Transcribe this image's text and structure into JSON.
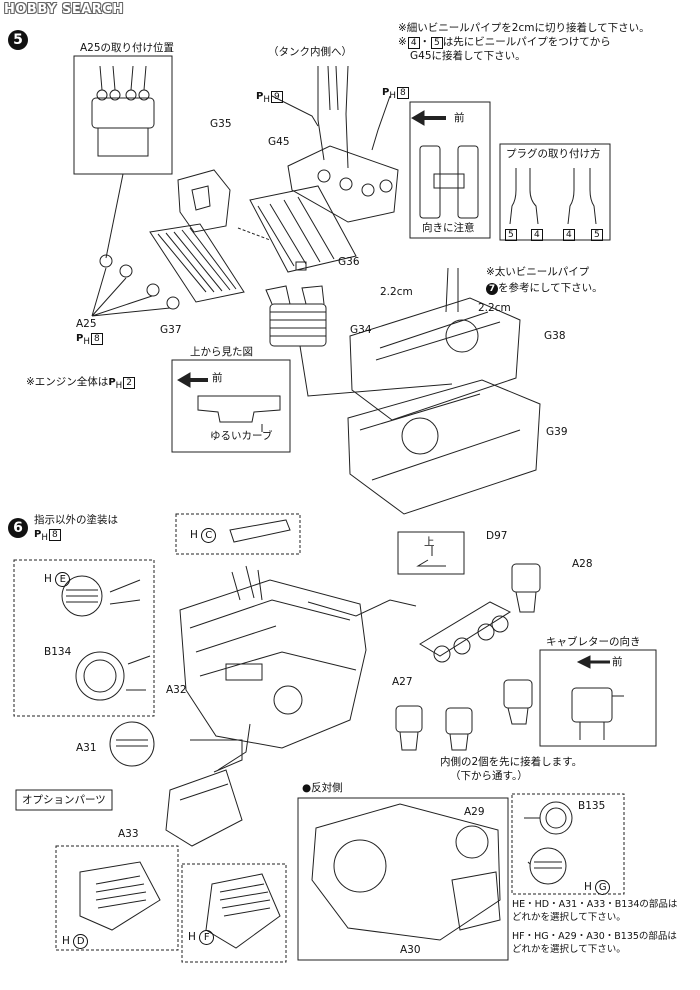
{
  "watermark": "HOBBY SEARCH",
  "step5": {
    "number": "5",
    "a25_position_title": "A25の取り付け位置",
    "note_pipe_1": "※細いビニールパイプを2cmに切り接着して下さい。",
    "note_pipe_2_pre": "※",
    "note_pipe_2_ref_a": "4",
    "note_pipe_2_dot": "・",
    "note_pipe_2_ref_b": "5",
    "note_pipe_2_post": "は先にビニールパイプをつけてから",
    "note_pipe_3": "G45に接着して下さい。",
    "tank_label": "（タンク内側へ）",
    "ph9_p": "P",
    "ph9_h": "H",
    "ph9_num": "9",
    "ph8_p": "P",
    "ph8_h": "H",
    "ph8_num": "8",
    "front_label": "前",
    "direction_note": "向きに注意",
    "plug_title": "プラグの取り付け方",
    "plug_refs": [
      "5",
      "4",
      "4",
      "5"
    ],
    "labels": {
      "g35": "G35",
      "g45": "G45",
      "g36": "G36",
      "g34": "G34",
      "g37": "G37",
      "a25": "A25",
      "a25_ph_p": "P",
      "a25_ph_h": "H",
      "a25_ph_num": "8",
      "g38": "G38",
      "g39": "G39"
    },
    "thick_pipe_note": "※太いビニールパイプ",
    "ref7_num": "7",
    "ref7_text": "を参考にして下さい。",
    "len_a": "2.2cm",
    "len_b": "2.2cm",
    "top_view_title": "上から見た図",
    "top_view_front": "前",
    "gentle_curve": "ゆるいカーブ",
    "engine_note_pre": "※エンジン全体は",
    "engine_note_p": "P",
    "engine_note_h": "H",
    "engine_note_num": "2"
  },
  "step6": {
    "number": "6",
    "paint_note": "指示以外の塗装は",
    "paint_ph_p": "P",
    "paint_ph_h": "H",
    "paint_ph_num": "8",
    "hc_h": "H",
    "hc_c": "C",
    "he_h": "H",
    "he_e": "E",
    "b134": "B134",
    "a32": "A32",
    "a31": "A31",
    "up_label": "上",
    "d97": "D97",
    "a28": "A28",
    "a27": "A27",
    "carb_title": "キャブレターの向き",
    "carb_front": "前",
    "inner_two_1": "内側の2個を先に接着します。",
    "inner_two_2": "（下から通す。）",
    "option_parts": "オプションパーツ",
    "a33": "A33",
    "hd_h": "H",
    "hd_d": "D",
    "opposite_side": "●反対側",
    "a29": "A29",
    "a30": "A30",
    "b135": "B135",
    "hg_h": "H",
    "hg_g": "G",
    "hf_h": "H",
    "hf_f": "F",
    "note_he_1": "HE・HD・A31・A33・B134の部品は",
    "note_he_2": "どれかを選択して下さい。",
    "note_hf_1": "HF・HG・A29・A30・B135の部品は",
    "note_hf_2": "どれかを選択して下さい。"
  }
}
